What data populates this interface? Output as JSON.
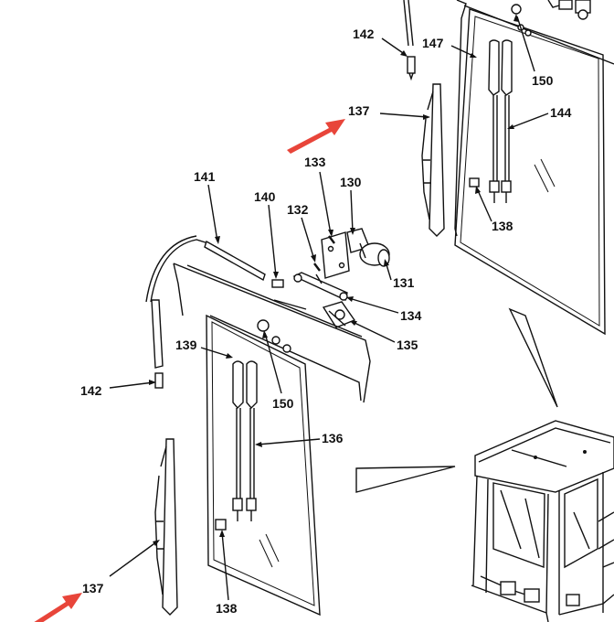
{
  "labels": {
    "l142_top": "142",
    "l147": "147",
    "l150_top": "150",
    "l137_top": "137",
    "l144": "144",
    "l133": "133",
    "l130": "130",
    "l141": "141",
    "l140": "140",
    "l132": "132",
    "l138_top": "138",
    "l131": "131",
    "l134": "134",
    "l135": "135",
    "l139": "139",
    "l150_bottom": "150",
    "l136": "136",
    "l142_bottom": "142",
    "l137_bottom": "137",
    "l138_bottom": "138"
  },
  "colors": {
    "ink": "#111111",
    "arrow": "#e8453a",
    "background": "#ffffff"
  }
}
